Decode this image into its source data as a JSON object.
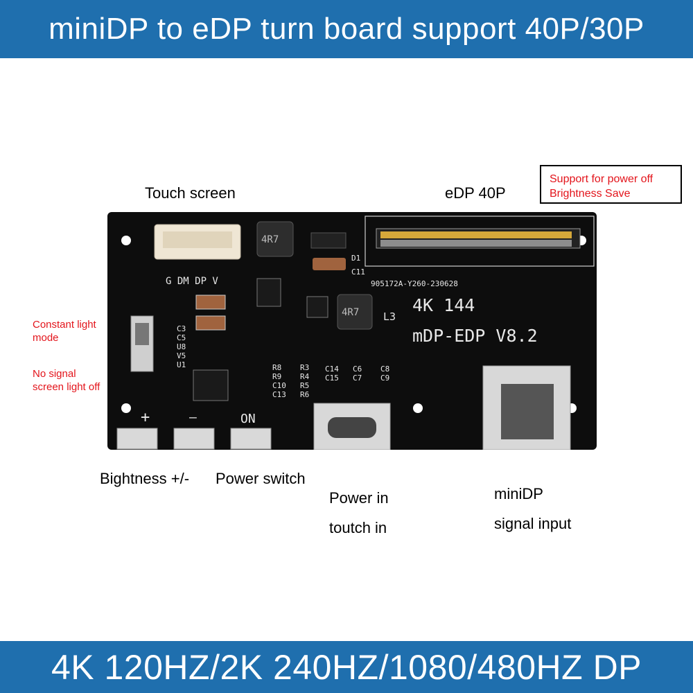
{
  "header": {
    "title": "miniDP to eDP turn board support 40P/30P"
  },
  "footer": {
    "title": "4K 120HZ/2K 240HZ/1080/480HZ DP"
  },
  "callouts": {
    "touch_screen": "Touch screen",
    "edp_40p": "eDP 40P",
    "power_off_note_line1": "Support for power off",
    "power_off_note_line2": "Brightness Save",
    "constant_light_line1": "Constant light",
    "constant_light_line2": "mode",
    "no_signal_line1": "No signal",
    "no_signal_line2": "screen light off",
    "brightness": "Bightness +/-",
    "power_switch": "Power switch",
    "power_in_line1": "Power in",
    "power_in_line2": "toutch in",
    "minidp_line1": "miniDP",
    "minidp_line2": "signal input"
  },
  "board": {
    "model_line1": "4K  144",
    "model_line2": "mDP-EDP  V8.2",
    "part_code": "905172A-Y260-230628",
    "touch_pins": "G  DM  DP  V",
    "inductor_mark": "4R7",
    "l3": "L3",
    "d1": "D1",
    "c11": "C11",
    "left_refs": [
      "C3",
      "C5",
      "U8",
      "V5",
      "U1"
    ],
    "refs_col1": [
      "R8",
      "R9",
      "C10",
      "C13"
    ],
    "refs_col2": [
      "R3",
      "R4",
      "R5",
      "R6"
    ],
    "refs_col3": [
      "C14",
      "C15"
    ],
    "refs_col4": [
      "C6",
      "C7"
    ],
    "refs_col5": [
      "C8",
      "C9"
    ],
    "btn_plus": "+",
    "btn_minus": "—",
    "btn_on": "ON"
  },
  "colors": {
    "banner": "#1f6fae",
    "board": "#0d0d0d",
    "callout_red": "#e3141b",
    "connector_gold": "#d6a83a"
  }
}
